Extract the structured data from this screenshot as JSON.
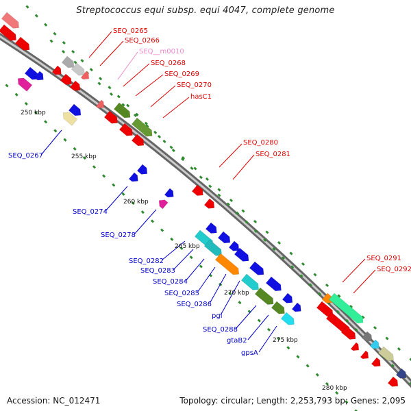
{
  "title": "Streptococcus equi subsp. equi 4047, complete genome",
  "footer": {
    "accession": "Accession: NC_012471",
    "topology": "Topology: circular; Length: 2,253,793 bp; Genes: 2,095"
  },
  "colors": {
    "red": "#ee0000",
    "blue": "#0000dd",
    "pink_label": "#ee88cc",
    "gray_track": "#999999",
    "tick_green": "#338833"
  },
  "tick_labels": [
    "250 kbp",
    "255 kbp",
    "260 kbp",
    "265 kbp",
    "270 kbp",
    "275 kbp",
    "280 kbp"
  ],
  "top_labels": [
    {
      "text": "SEQ_0265",
      "color": "red"
    },
    {
      "text": "SEQ_0266",
      "color": "red"
    },
    {
      "text": "SEQ__m0010",
      "color": "pink"
    },
    {
      "text": "SEQ_0268",
      "color": "red"
    },
    {
      "text": "SEQ_0269",
      "color": "red"
    },
    {
      "text": "SEQ_0270",
      "color": "red"
    },
    {
      "text": "hasC1",
      "color": "red"
    },
    {
      "text": "SEQ_0280",
      "color": "red"
    },
    {
      "text": "SEQ_0281",
      "color": "red"
    },
    {
      "text": "SEQ_0291",
      "color": "red"
    },
    {
      "text": "SEQ_0292",
      "color": "red"
    }
  ],
  "bottom_labels": [
    {
      "text": "SEQ_0267",
      "color": "blue"
    },
    {
      "text": "SEQ_0274",
      "color": "blue"
    },
    {
      "text": "SEQ_0278",
      "color": "blue"
    },
    {
      "text": "SEQ_0282",
      "color": "blue"
    },
    {
      "text": "SEQ_0283",
      "color": "blue"
    },
    {
      "text": "SEQ_0284",
      "color": "blue"
    },
    {
      "text": "SEQ_0285",
      "color": "blue"
    },
    {
      "text": "SEQ_0286",
      "color": "blue"
    },
    {
      "text": "pgi",
      "color": "blue"
    },
    {
      "text": "SEQ_0288",
      "color": "blue"
    },
    {
      "text": "gtaB2",
      "color": "blue"
    },
    {
      "text": "gpsA",
      "color": "blue"
    }
  ]
}
